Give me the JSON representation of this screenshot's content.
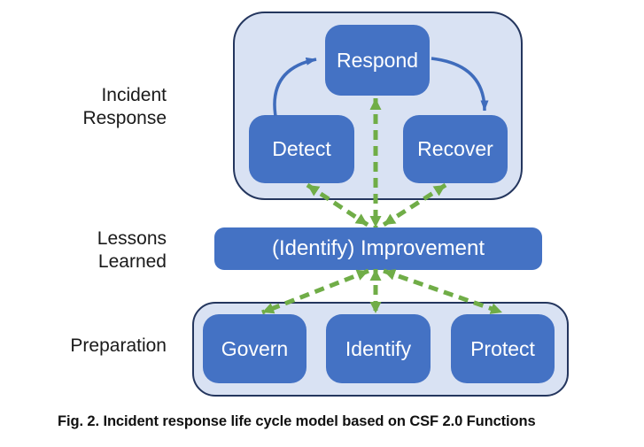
{
  "figure": {
    "caption": "Fig. 2. Incident response life cycle model based on CSF 2.0 Functions"
  },
  "row_labels": {
    "incident_response": {
      "line1": "Incident",
      "line2": "Response"
    },
    "lessons_learned": {
      "line1": "Lessons",
      "line2": "Learned"
    },
    "preparation": {
      "line1": "Preparation"
    }
  },
  "nodes": {
    "respond": {
      "label": "Respond"
    },
    "detect": {
      "label": "Detect"
    },
    "recover": {
      "label": "Recover"
    },
    "improvement": {
      "label": "(Identify) Improvement"
    },
    "govern": {
      "label": "Govern"
    },
    "identify": {
      "label": "Identify"
    },
    "protect": {
      "label": "Protect"
    }
  },
  "colors": {
    "node_fill": "#4472C4",
    "node_text": "#FFFFFF",
    "container_fill": "#D9E2F3",
    "container_border": "#24365E",
    "cycle_arrow_blue": "#3F6CBC",
    "feedback_arrow_green": "#70AD47",
    "label_text": "#1A1A1A",
    "background": "#FFFFFF"
  }
}
